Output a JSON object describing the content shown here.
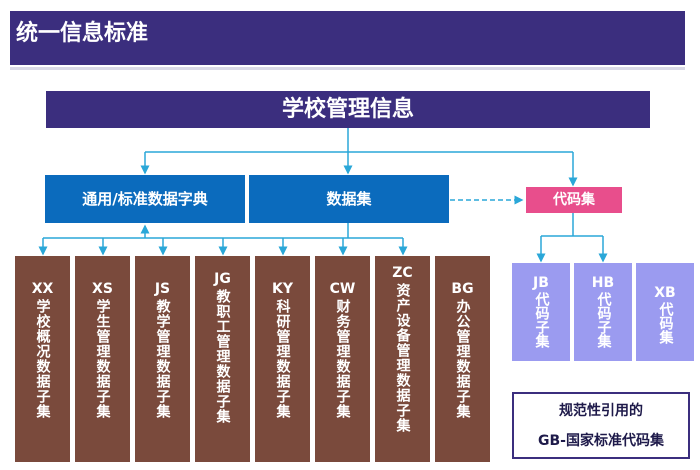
{
  "title": "统一信息标准",
  "root": "学校管理信息",
  "dict_box": "通用/标准数据字典",
  "dataset_box": "数据集",
  "code_box": "代码集",
  "datasets": [
    {
      "code": "XX",
      "name": "学校概况数据子集"
    },
    {
      "code": "XS",
      "name": "学生管理数据子集"
    },
    {
      "code": "JS",
      "name": "教学管理数据子集"
    },
    {
      "code": "JG",
      "name": "教职工管理数据子集"
    },
    {
      "code": "KY",
      "name": "科研管理数据子集"
    },
    {
      "code": "CW",
      "name": "财务管理数据子集"
    },
    {
      "code": "ZC",
      "name": "资产设备管理数据子集"
    },
    {
      "code": "BG",
      "name": "办公管理数据子集"
    }
  ],
  "code_sets": [
    {
      "code": "JB",
      "name": "代码子集"
    },
    {
      "code": "HB",
      "name": "代码子集"
    },
    {
      "code": "XB",
      "name": "代码集"
    }
  ],
  "gb_note": {
    "line1": "规范性引用的",
    "line2": "GB-国家标准代码集"
  },
  "colors": {
    "header": "#3b2e7e",
    "blue": "#0b6bbd",
    "pink": "#e84e8c",
    "brown": "#7a4a3c",
    "lavender": "#9b9bf0",
    "connector": "#2aa7d8"
  }
}
